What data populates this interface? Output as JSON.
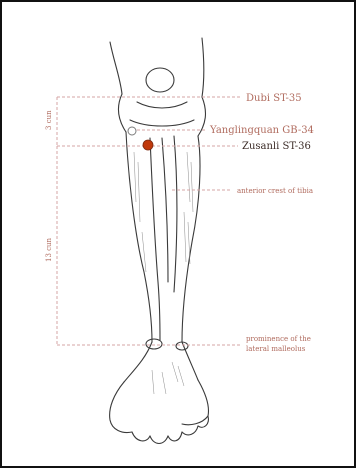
{
  "diagram": {
    "labels": {
      "dubi": "Dubi ST-35",
      "yanglingquan": "Yanglingquan GB-34",
      "zusanli": "Zusanli ST-36",
      "anterior_crest": "anterior crest of tibia",
      "malleolus_line1": "prominence of the",
      "malleolus_line2": "lateral malleolus"
    },
    "measurements": {
      "upper": "3 cun",
      "lower": "13 cun"
    },
    "colors": {
      "guide_line": "#d6a4a4",
      "label_text": "#b06b5e",
      "highlight_text": "#3a2a26",
      "point_fill": "#c0390b",
      "outline": "#3a3a3a"
    }
  }
}
